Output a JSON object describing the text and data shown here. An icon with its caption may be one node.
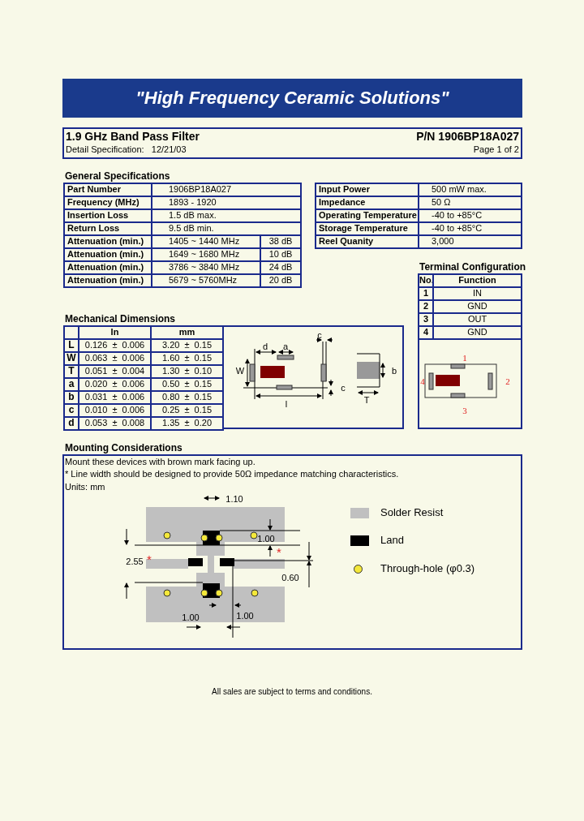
{
  "diagram": {
    "title": "\"High Frequency Ceramic Solutions\"",
    "labels": [
      "1.9 GHz Band Pass Filter",
      "P/N 1906BP18A027",
      "Detail Specification:   12/21/03",
      "Page 1 of 2",
      "General Specifications",
      "Part Number",
      "1906BP18A027",
      "Frequency (MHz)",
      "1893 - 1920",
      "Insertion Loss",
      "1.5 dB max.",
      "Return Loss",
      "9.5 dB min.",
      "Attenuation (min.)",
      "1405 ~ 1440 MHz",
      "38 dB",
      "Attenuation (min.)",
      "1649 ~ 1680 MHz",
      "10 dB",
      "Attenuation (min.)",
      "3786 ~ 3840 MHz",
      "24 dB",
      "Attenuation (min.)",
      "5679 ~ 5760MHz",
      "20 dB",
      "Input Power",
      "500 mW max.",
      "Impedance",
      "50 Ω",
      "Operating Temperature",
      "-40 to +85°C",
      "Storage Temperature",
      "-40 to +85°C",
      "Reel Quanity",
      "3,000",
      "Terminal Configuration",
      "No.",
      "Function",
      "1",
      "IN",
      "2",
      "GND",
      "3",
      "OUT",
      "4",
      "GND",
      "1",
      "4",
      "2",
      "3",
      "Mechanical Dimensions",
      "In",
      "mm",
      "L",
      "0.126  ±  0.006",
      "3.20  ±  0.15",
      "W",
      "0.063  ±  0.006",
      "1.60  ±  0.15",
      "T",
      "0.051  ±  0.004",
      "1.30  ±  0.10",
      "a",
      "0.020  ±  0.006",
      "0.50  ±  0.15",
      "b",
      "0.031  ±  0.006",
      "0.80  ±  0.15",
      "c",
      "0.010  ±  0.006",
      "0.25  ±  0.15",
      "d",
      "0.053  ±  0.008",
      "1.35  ±  0.20",
      "c",
      "d",
      "a",
      "W",
      "b",
      "c",
      "T",
      "l",
      "Mounting Considerations",
      "Mount these devices with brown mark facing up.",
      "* Line width should be designed to provide 50Ω impedance matching characteristics.",
      "Units: mm",
      "1.10",
      "1.00",
      "*",
      "2.55",
      "*",
      "0.60",
      "1.00",
      "1.00",
      "All sales are subject to terms and conditions."
    ],
    "legend": [
      {
        "text": "Solder Resist",
        "color": "#c0c0c0"
      },
      {
        "text": "Land",
        "color": "#000000"
      },
      {
        "text": "Through-hole (φ0.3)"
      }
    ]
  }
}
